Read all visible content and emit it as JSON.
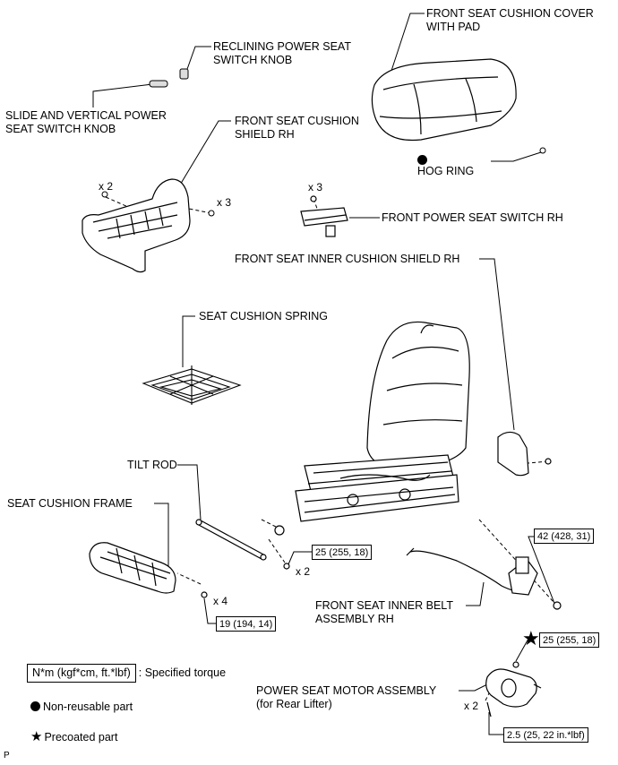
{
  "parts": {
    "cushion_cover": [
      "FRONT SEAT CUSHION COVER",
      "WITH PAD"
    ],
    "reclining_knob": [
      "RECLINING POWER SEAT",
      "SWITCH KNOB"
    ],
    "slide_knob": [
      "SLIDE AND VERTICAL POWER",
      "SEAT SWITCH KNOB"
    ],
    "cushion_shield": [
      "FRONT SEAT CUSHION",
      "SHIELD RH"
    ],
    "hog_ring": "HOG RING",
    "power_switch": "FRONT POWER SEAT SWITCH RH",
    "inner_shield": "FRONT SEAT INNER CUSHION SHIELD RH",
    "cushion_spring": "SEAT CUSHION SPRING",
    "tilt_rod": "TILT ROD",
    "cushion_frame": "SEAT CUSHION FRAME",
    "inner_belt": [
      "FRONT SEAT INNER BELT",
      "ASSEMBLY RH"
    ],
    "motor": [
      "POWER SEAT MOTOR ASSEMBLY",
      "(for Rear Lifter)"
    ]
  },
  "quantities": {
    "shield_screw_x2": "x 2",
    "shield_screw_x3": "x 3",
    "switch_screw_x3": "x 3",
    "tilt_nut_x2": "x 2",
    "frame_bolt_x4": "x 4",
    "motor_screw_x2": "x 2"
  },
  "torques": {
    "tilt_rod": "25 (255, 18)",
    "frame": "19 (194, 14)",
    "belt": "42 (428, 31)",
    "motor_bolt": "25 (255, 18)",
    "motor_screw": "2.5 (25, 22 in.*lbf)"
  },
  "legend": {
    "torque_box": "N*m (kgf*cm, ft.*lbf)",
    "torque_text": ": Specified torque",
    "nonreusable": "Non-reusable part",
    "precoated": "Precoated part"
  },
  "corner_mark": "P"
}
